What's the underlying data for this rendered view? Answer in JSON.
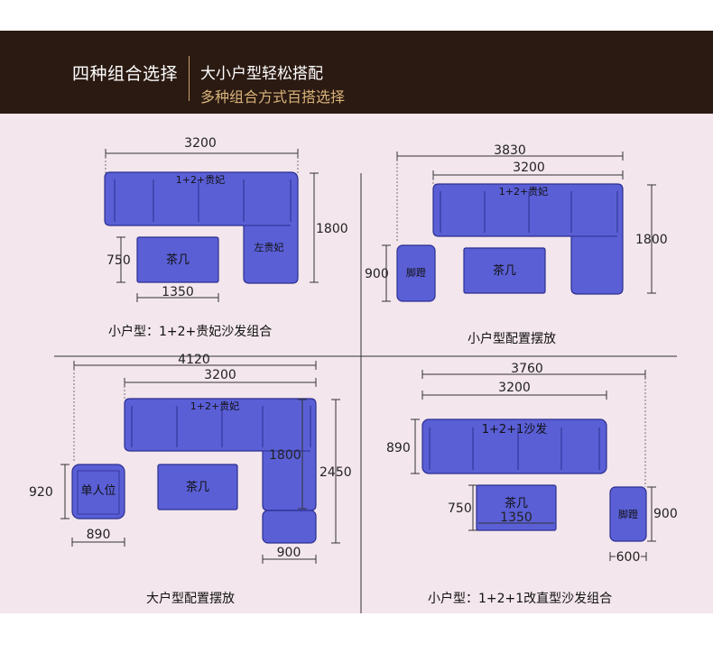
{
  "header": {
    "title_left": "四种组合选择",
    "title_right_1": "大小户型轻松搭配",
    "title_right_2": "多种组合方式百搭选择"
  },
  "colors": {
    "header_bg": "#2b1a12",
    "panel_bg": "#f3e6ec",
    "sofa": "#5a5fd6",
    "accent_gold": "#d8b37a"
  },
  "layouts": [
    {
      "caption": "小户型：1+2+贵妃沙发组合",
      "sofa_label": "1+2+贵妃",
      "chaise_label": "左贵妃",
      "table_label": "茶几",
      "dims": {
        "top": "3200",
        "right": "1800",
        "table_h": "750",
        "table_w": "1350"
      }
    },
    {
      "caption": "小户型配置摆放",
      "sofa_label": "1+2+贵妃",
      "table_label": "茶几",
      "ottoman_label": "脚蹬",
      "dims": {
        "overall": "3830",
        "top": "3200",
        "right": "1800",
        "ottoman_h": "900"
      }
    },
    {
      "caption": "大户型配置摆放",
      "sofa_label": "1+2+贵妃",
      "table_label": "茶几",
      "chair_label": "单人位",
      "dims": {
        "overall": "4120",
        "top": "3200",
        "inner_right": "1800",
        "right": "2450",
        "chair_h": "920",
        "chair_w": "890",
        "ottoman_w": "900"
      }
    },
    {
      "caption": "小户型：1+2+1改直型沙发组合",
      "sofa_label": "1+2+1沙发",
      "table_label": "茶几",
      "ottoman_label": "脚蹬",
      "dims": {
        "overall": "3760",
        "top": "3200",
        "sofa_h": "890",
        "table_h": "750",
        "table_w": "1350",
        "ottoman_h": "900",
        "ottoman_w": "600"
      }
    }
  ]
}
